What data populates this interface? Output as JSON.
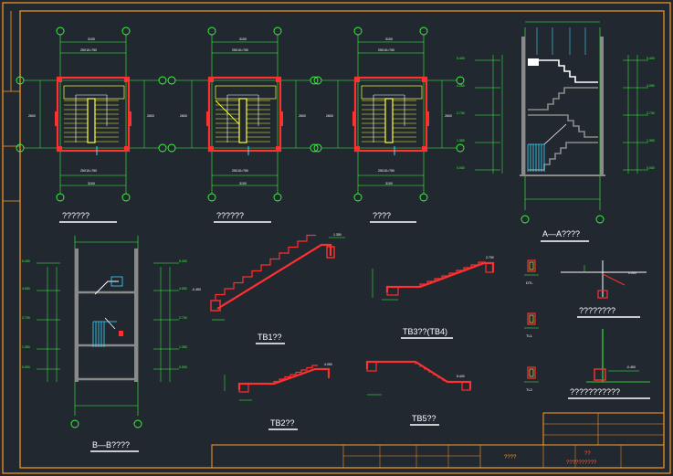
{
  "drawing": {
    "colors": {
      "background": "#212830",
      "frame": "#ff9a1f",
      "axis_green": "#3dff3d",
      "wall_red": "#ff3030",
      "stair_yellow": "#ffff40",
      "rail_cyan": "#3fd8ff",
      "text_white": "#ffffff",
      "concrete_gray": "#8a8a8a"
    },
    "views": {
      "plan_1": "??????",
      "plan_2": "??????",
      "plan_3": "????",
      "section_aa": "A—A????",
      "section_bb": "B—B????",
      "tb1": "TB1??",
      "tb2": "TB2??",
      "tb34": "TB3??(TB4)",
      "tb5": "TB5??",
      "detail_1": "????????",
      "detail_2": "???????????"
    },
    "dims": {
      "plan_top": "3100",
      "plan_steps": "25X10=750",
      "plan_side": "2600"
    },
    "beams": [
      "DTL",
      "TL1",
      "TL2"
    ],
    "elevations": [
      "0.000",
      "1.350",
      "2.700",
      "4.050",
      "5.400",
      "-0.450"
    ],
    "title_block": {
      "drawing_name": "????",
      "project": "??",
      "sheet": "??????????"
    }
  }
}
